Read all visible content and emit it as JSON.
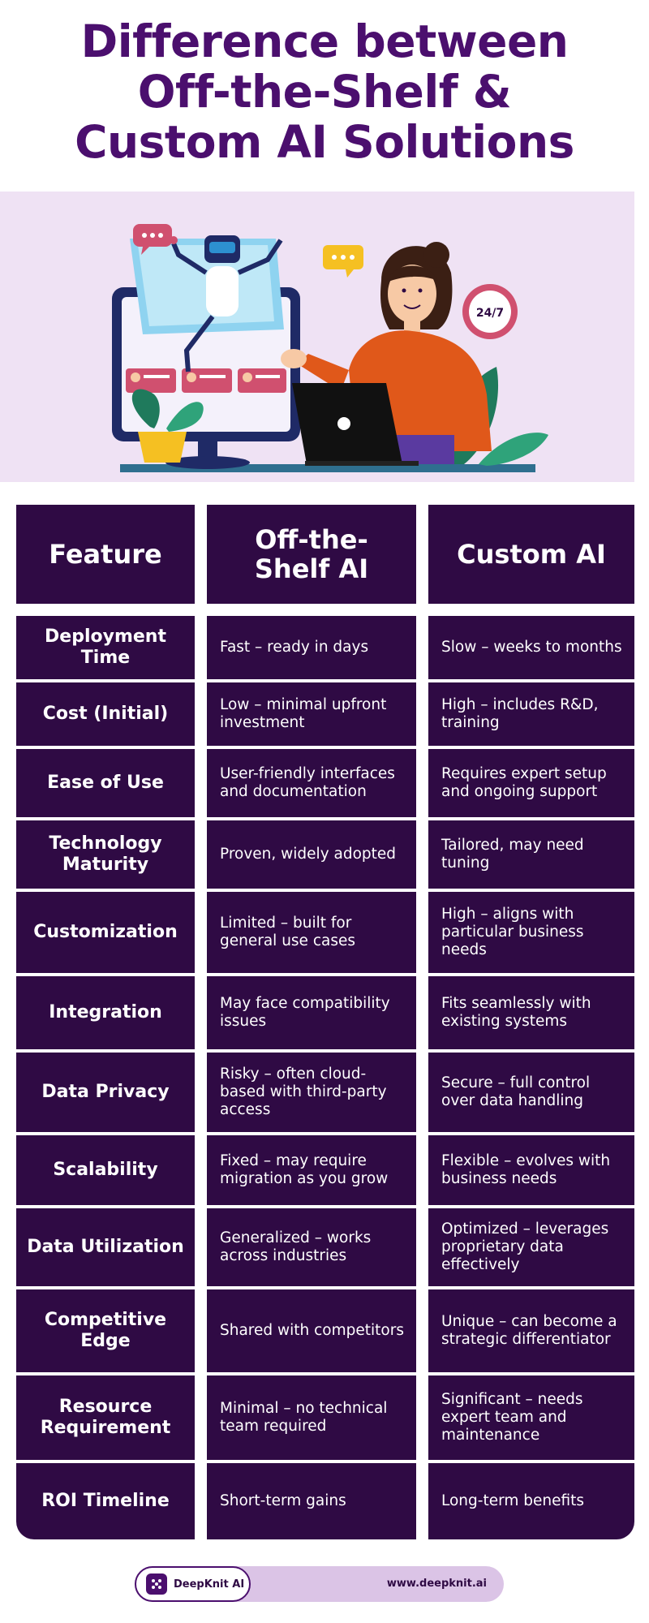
{
  "title": {
    "line1": "Difference between",
    "line2": "Off-the-Shelf &",
    "line3": "Custom AI Solutions"
  },
  "hero": {
    "illustration": "person-with-laptop-and-robot-on-monitor",
    "clock_label": "24/7",
    "colors": {
      "background": "#efe2f4",
      "accent": "#4b0f6e",
      "shirt": "#e0581a"
    }
  },
  "table": {
    "headers": [
      "Feature",
      "Off-the-Shelf AI",
      "Custom AI"
    ],
    "rows": [
      {
        "feature": "Deployment Time",
        "off_the_shelf": "Fast – ready in days",
        "custom": "Slow – weeks to months"
      },
      {
        "feature": "Cost (Initial)",
        "off_the_shelf": "Low – minimal upfront investment",
        "custom": "High – includes R&D, training"
      },
      {
        "feature": "Ease of Use",
        "off_the_shelf": "User-friendly interfaces and documentation",
        "custom": "Requires expert setup and ongoing support"
      },
      {
        "feature": "Technology Maturity",
        "off_the_shelf": "Proven, widely adopted",
        "custom": "Tailored, may need tuning"
      },
      {
        "feature": "Customization",
        "off_the_shelf": "Limited – built for general use cases",
        "custom": "High – aligns with particular business needs"
      },
      {
        "feature": "Integration",
        "off_the_shelf": "May face compatibility issues",
        "custom": "Fits seamlessly with existing systems"
      },
      {
        "feature": "Data Privacy",
        "off_the_shelf": "Risky – often cloud-based with third-party access",
        "custom": "Secure – full control over data handling"
      },
      {
        "feature": "Scalability",
        "off_the_shelf": "Fixed – may require migration as you grow",
        "custom": "Flexible – evolves with business needs"
      },
      {
        "feature": "Data Utilization",
        "off_the_shelf": "Generalized – works across industries",
        "custom": "Optimized – leverages proprietary data effectively"
      },
      {
        "feature": "Competitive Edge",
        "off_the_shelf": "Shared with competitors",
        "custom": "Unique – can become a strategic differentiator"
      },
      {
        "feature": "Resource Requirement",
        "off_the_shelf": "Minimal – no technical team required",
        "custom": "Significant – needs expert team and maintenance"
      },
      {
        "feature": "ROI Timeline",
        "off_the_shelf": "Short-term gains",
        "custom": "Long-term benefits"
      }
    ],
    "colors": {
      "cell": "#2f0a44",
      "text": "#ffffff",
      "title": "#4b0f6e"
    }
  },
  "footer": {
    "brand": "DeepKnit AI",
    "logo_icon": "deepknit-logo-icon",
    "url": "www.deepknit.ai"
  }
}
